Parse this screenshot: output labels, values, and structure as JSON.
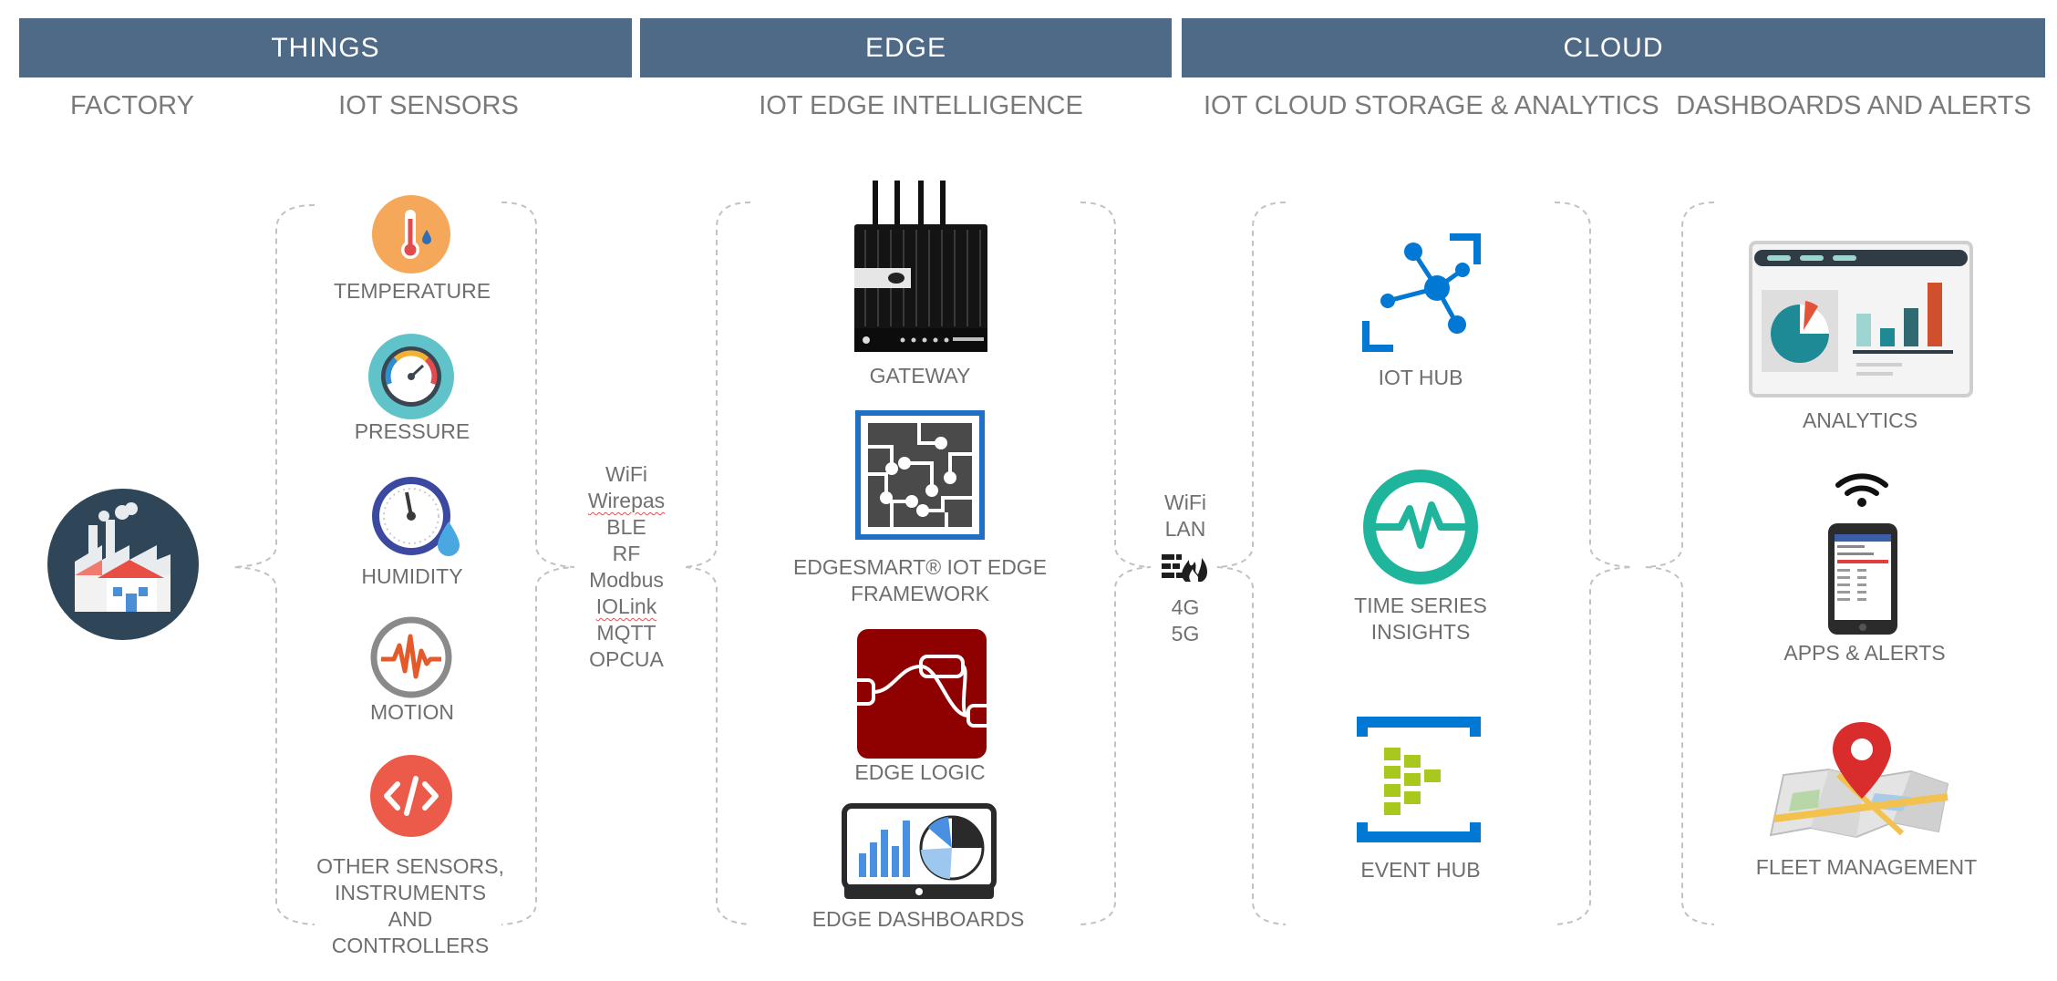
{
  "headers": {
    "things": "THINGS",
    "edge": "EDGE",
    "cloud": "CLOUD"
  },
  "subheaders": {
    "factory": "FACTORY",
    "sensors": "IOT SENSORS",
    "edge_intelligence": "IOT EDGE INTELLIGENCE",
    "cloud_storage": "IOT CLOUD STORAGE & ANALYTICS",
    "dashboards": "DASHBOARDS AND ALERTS"
  },
  "sensors": {
    "temperature": "TEMPERATURE",
    "pressure": "PRESSURE",
    "humidity": "HUMIDITY",
    "motion": "MOTION",
    "other": [
      "OTHER SENSORS,",
      "INSTRUMENTS",
      "AND",
      "CONTROLLERS"
    ]
  },
  "edge_protocols": [
    "WiFi",
    "Wirepas",
    "BLE",
    "RF",
    "Modbus",
    "IOLink",
    "MQTT",
    "OPCUA"
  ],
  "edge_items": {
    "gateway": "GATEWAY",
    "framework": [
      "EDGESMART® IOT EDGE",
      "FRAMEWORK"
    ],
    "logic": "EDGE LOGIC",
    "dashboards": "EDGE DASHBOARDS"
  },
  "cloud_protocols": {
    "top": [
      "WiFi",
      "LAN"
    ],
    "bottom": [
      "4G",
      "5G"
    ]
  },
  "cloud_items": {
    "iot_hub": "IOT HUB",
    "tsi": [
      "TIME SERIES",
      "INSIGHTS"
    ],
    "event_hub": "EVENT HUB"
  },
  "dashboard_items": {
    "analytics": "ANALYTICS",
    "apps": "APPS & ALERTS",
    "fleet": "FLEET MANAGEMENT"
  },
  "colors": {
    "banner": "#4f6a87",
    "temperature": "#f6a85a",
    "pressure": "#5fc3c9",
    "humidity": "#3b4aa0",
    "motion_accent": "#e55a2b",
    "other": "#ec5a4a",
    "azure_blue": "#0078d4",
    "tsi_teal": "#1fb59c",
    "event_green": "#a8c81e",
    "node_red": "#8f0000"
  }
}
